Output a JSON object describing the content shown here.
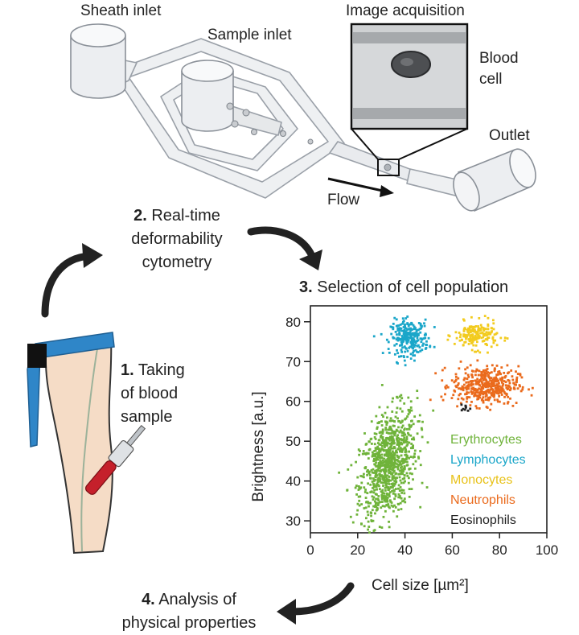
{
  "chip": {
    "sheath_inlet": "Sheath inlet",
    "sample_inlet": "Sample inlet",
    "image_acquisition": "Image acquisition",
    "blood_cell_line1": "Blood",
    "blood_cell_line2": "cell",
    "outlet": "Outlet",
    "flow": "Flow"
  },
  "steps": {
    "s1": {
      "num": "1.",
      "line1": " Taking",
      "line2": "of blood",
      "line3": "sample"
    },
    "s2": {
      "num": "2.",
      "line1": " Real-time",
      "line2": "deformability",
      "line3": "cytometry"
    },
    "s3": {
      "num": "3.",
      "text": " Selection of cell population"
    },
    "s4": {
      "num": "4.",
      "line1": " Analysis of",
      "line2": "physical properties"
    }
  },
  "colors": {
    "erythrocytes": "#6fb33a",
    "lymphocytes": "#1aa6c9",
    "monocytes": "#f2cb1e",
    "neutrophils": "#ea6a1c",
    "eosinophils": "#222222",
    "tourniquet": "#2f86c8",
    "skin": "#f5dcc6"
  },
  "chart_data": {
    "type": "scatter",
    "xlabel": "Cell size [µm²]",
    "ylabel": "Brightness [a.u.]",
    "xlim": [
      0,
      100
    ],
    "ylim": [
      27,
      84
    ],
    "xticks": [
      "0",
      "20",
      "40",
      "60",
      "80",
      "100"
    ],
    "yticks": [
      "30",
      "40",
      "50",
      "60",
      "70",
      "80"
    ],
    "xtick_values": [
      0,
      20,
      40,
      60,
      80,
      100
    ],
    "ytick_values": [
      30,
      40,
      50,
      60,
      70,
      80
    ],
    "legend_position": "lower-right",
    "grid": false,
    "series": [
      {
        "name": "Erythrocytes",
        "center": [
          33,
          44
        ],
        "spread": [
          6,
          6.5
        ],
        "count": 900,
        "points": [
          [
            22,
            36
          ],
          [
            28,
            40
          ],
          [
            33,
            44
          ],
          [
            38,
            48
          ],
          [
            44,
            52
          ],
          [
            30,
            57
          ],
          [
            36,
            33
          ],
          [
            25,
            50
          ],
          [
            40,
            42
          ],
          [
            34,
            60
          ]
        ]
      },
      {
        "name": "Lymphocytes",
        "center": [
          42,
          76
        ],
        "spread": [
          4,
          2.2
        ],
        "count": 260,
        "points": [
          [
            36,
            78
          ],
          [
            40,
            74
          ],
          [
            42,
            76
          ],
          [
            45,
            79
          ],
          [
            48,
            75
          ],
          [
            38,
            72
          ],
          [
            43,
            81
          ]
        ]
      },
      {
        "name": "Monocytes",
        "center": [
          70,
          76.5
        ],
        "spread": [
          4.5,
          1.7
        ],
        "count": 180,
        "points": [
          [
            63,
            76
          ],
          [
            66,
            78
          ],
          [
            70,
            77
          ],
          [
            74,
            79
          ],
          [
            78,
            76
          ],
          [
            72,
            74
          ]
        ]
      },
      {
        "name": "Neutrophils",
        "center": [
          74,
          64
        ],
        "spread": [
          7,
          2.4
        ],
        "count": 420,
        "points": [
          [
            60,
            66
          ],
          [
            66,
            64
          ],
          [
            72,
            63
          ],
          [
            80,
            62
          ],
          [
            88,
            63
          ],
          [
            94,
            64
          ],
          [
            70,
            68
          ],
          [
            76,
            60
          ]
        ]
      },
      {
        "name": "Eosinophils",
        "center": [
          66,
          58
        ],
        "spread": [
          1.1,
          0.6
        ],
        "count": 10,
        "points": [
          [
            65,
            58.5
          ],
          [
            66,
            57.5
          ],
          [
            67,
            58
          ],
          [
            66.5,
            59
          ]
        ]
      }
    ]
  }
}
